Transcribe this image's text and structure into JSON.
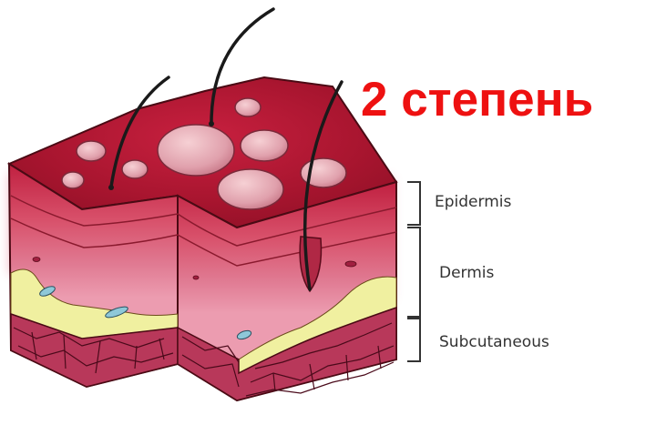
{
  "title": "2 степень",
  "layers": [
    {
      "label": "Epidermis"
    },
    {
      "label": "Dermis"
    },
    {
      "label": "Subcutaneous"
    }
  ],
  "colors": {
    "title": "#ee1111",
    "surface": "#b01a3a",
    "blister": "#e8b0b8",
    "epidermis": "#c8304a",
    "dermis": "#e890a8",
    "fat": "#f0f0a0",
    "subcutaneous": "#b8385a",
    "hair": "#1a1a1a"
  }
}
